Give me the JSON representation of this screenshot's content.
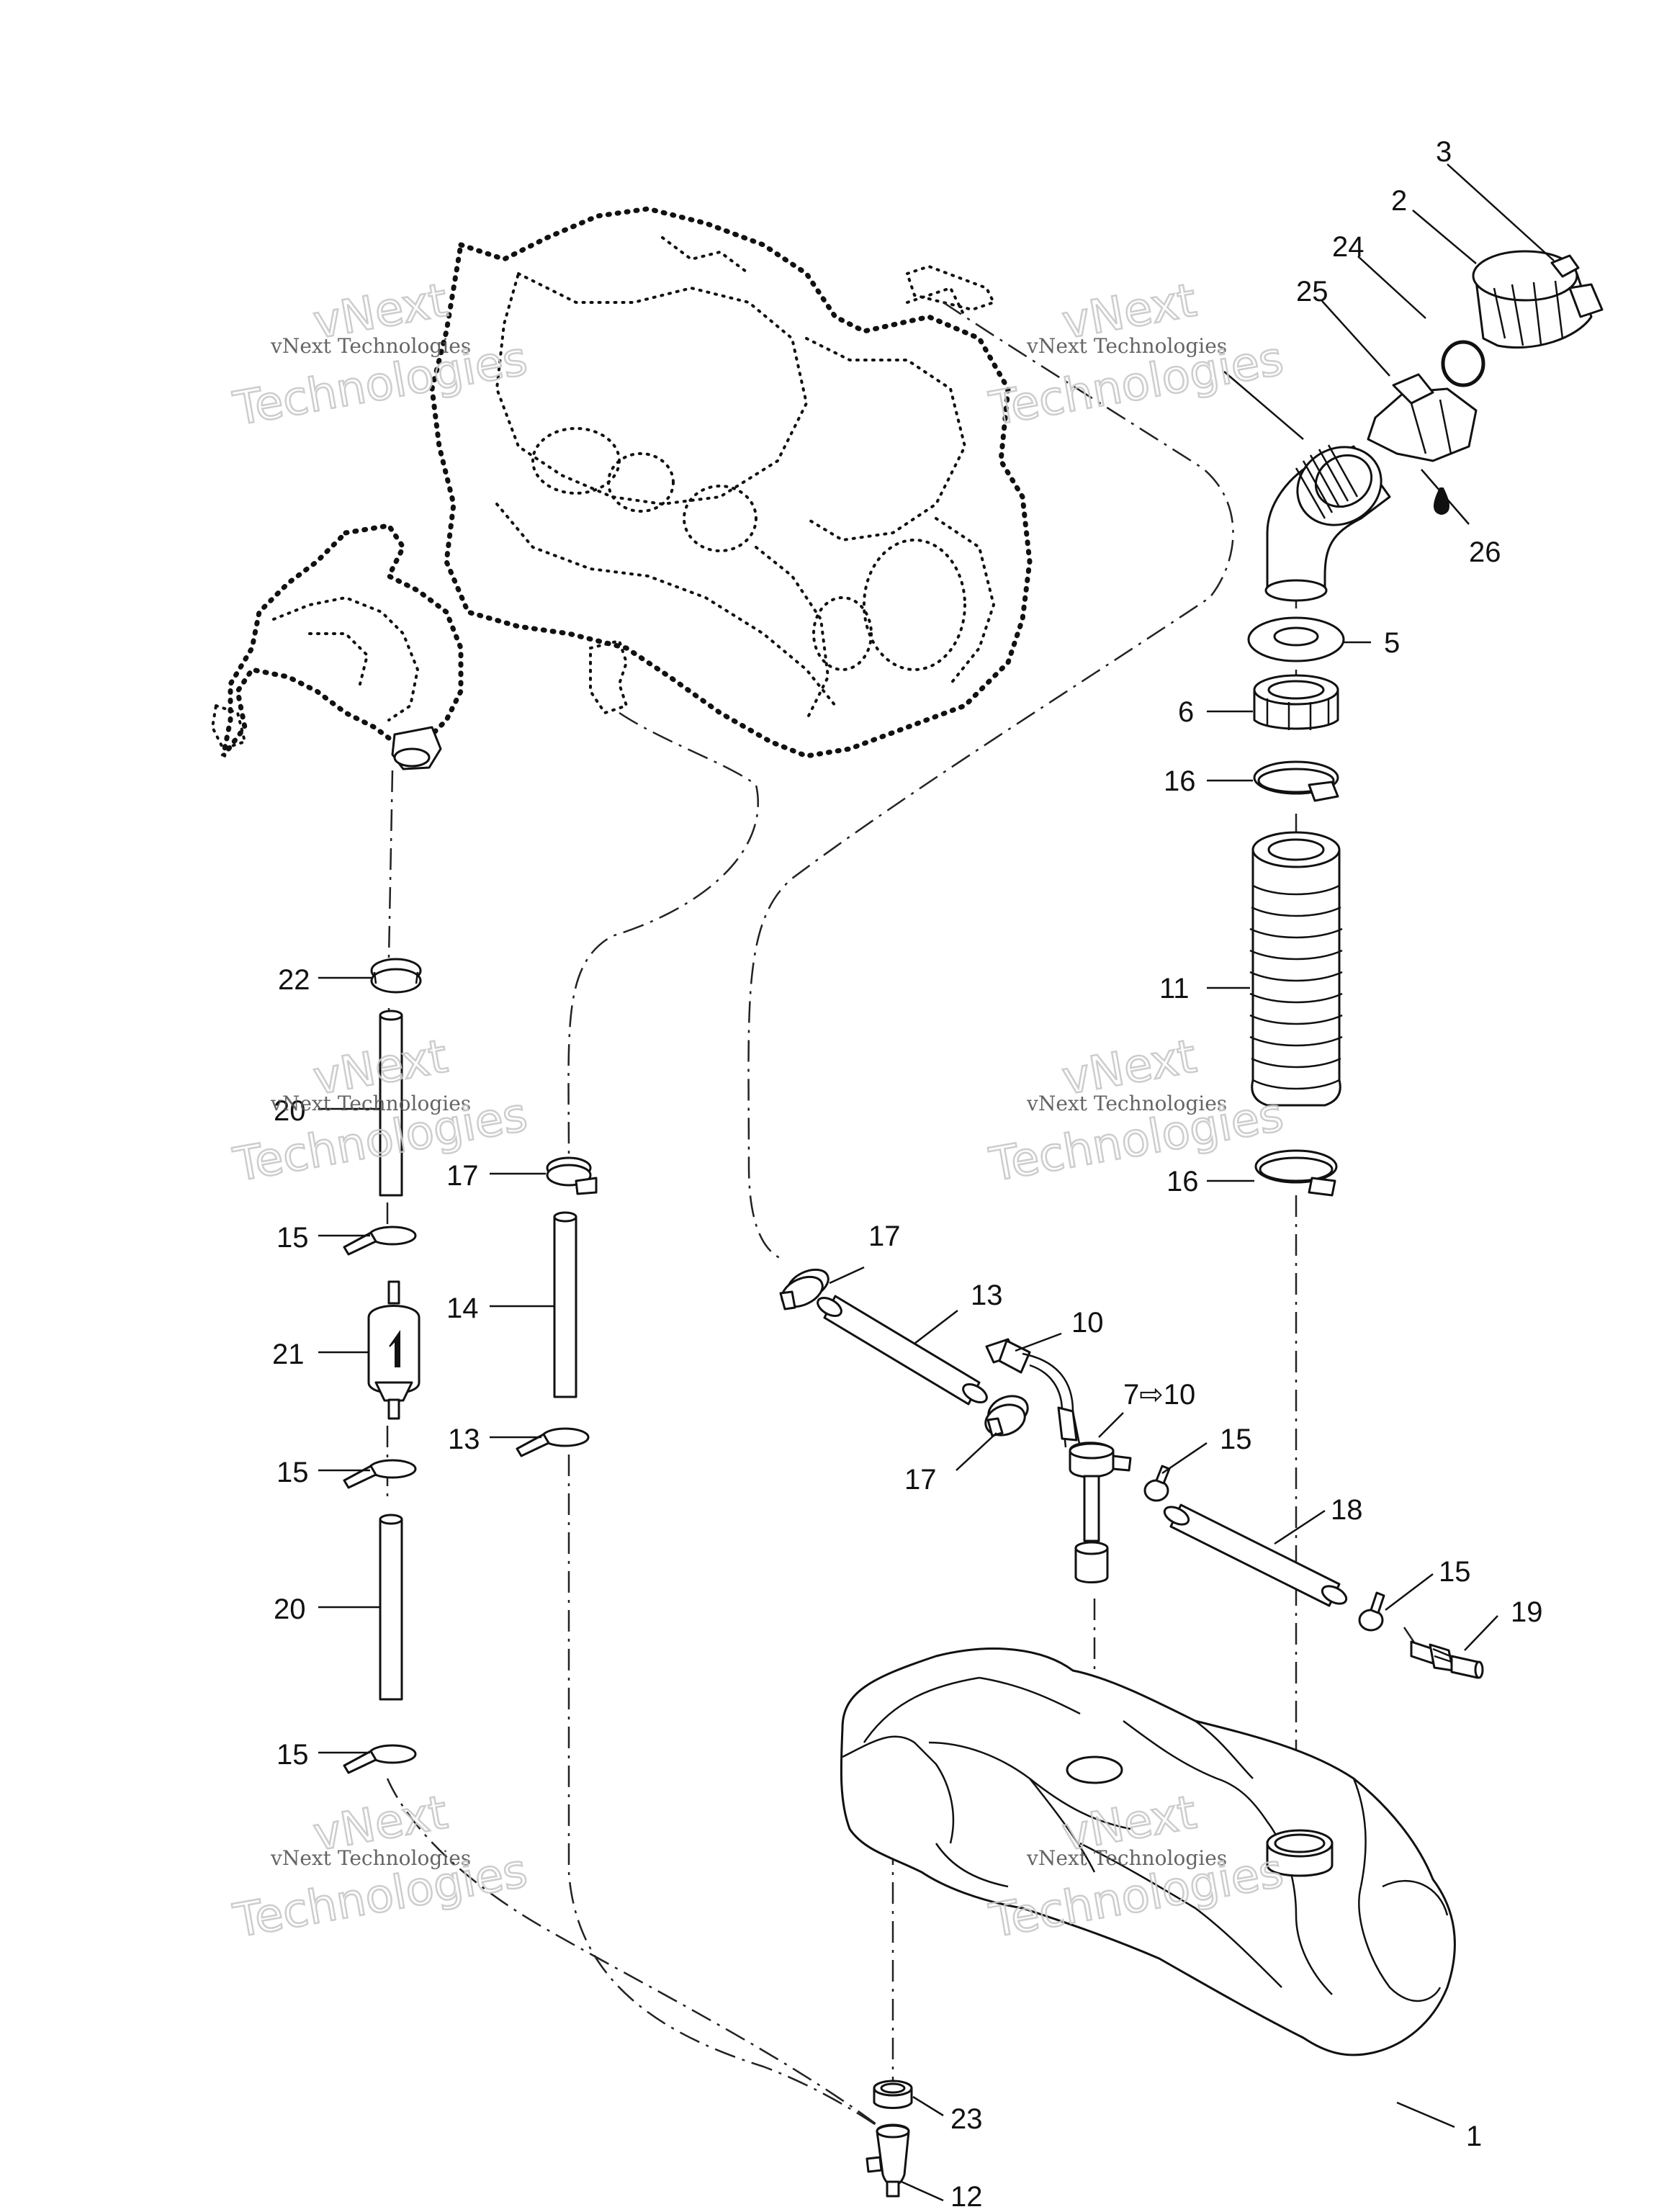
{
  "diagram": {
    "callouts": [
      {
        "id": "c1",
        "label": "1"
      },
      {
        "id": "c2",
        "label": "2"
      },
      {
        "id": "c3",
        "label": "3"
      },
      {
        "id": "c5",
        "label": "5"
      },
      {
        "id": "c6",
        "label": "6"
      },
      {
        "id": "c7",
        "label": "7⇨10"
      },
      {
        "id": "c10",
        "label": "10"
      },
      {
        "id": "c11",
        "label": "11"
      },
      {
        "id": "c12",
        "label": "12"
      },
      {
        "id": "c13a",
        "label": "13"
      },
      {
        "id": "c13b",
        "label": "13"
      },
      {
        "id": "c14",
        "label": "14"
      },
      {
        "id": "c15a",
        "label": "15"
      },
      {
        "id": "c15b",
        "label": "15"
      },
      {
        "id": "c15c",
        "label": "15"
      },
      {
        "id": "c15d",
        "label": "15"
      },
      {
        "id": "c15e",
        "label": "15"
      },
      {
        "id": "c16a",
        "label": "16"
      },
      {
        "id": "c16b",
        "label": "16"
      },
      {
        "id": "c17a",
        "label": "17"
      },
      {
        "id": "c17b",
        "label": "17"
      },
      {
        "id": "c17c",
        "label": "17"
      },
      {
        "id": "c18",
        "label": "18"
      },
      {
        "id": "c19",
        "label": "19"
      },
      {
        "id": "c20a",
        "label": "20"
      },
      {
        "id": "c20b",
        "label": "20"
      },
      {
        "id": "c21",
        "label": "21"
      },
      {
        "id": "c22",
        "label": "22"
      },
      {
        "id": "c23",
        "label": "23"
      },
      {
        "id": "c24",
        "label": "24"
      },
      {
        "id": "c25",
        "label": "25"
      },
      {
        "id": "c26",
        "label": "26"
      }
    ]
  },
  "watermark": {
    "line1": "vNext Technologies",
    "line2": "Technologies",
    "line3": "vNext"
  }
}
